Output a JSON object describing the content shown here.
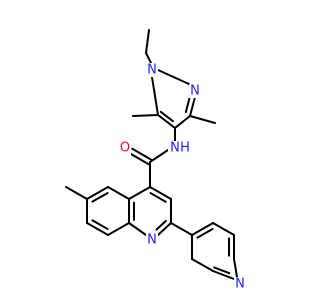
{
  "colors": {
    "bond": "#000000",
    "nitrogen": "#2020ff",
    "oxygen": "#ff0d0d",
    "background": "#ffffff"
  },
  "atoms": {
    "n_pyrazole_1": "N",
    "n_pyrazole_2": "N",
    "n_amide": "N",
    "h_amide": "H",
    "o_carbonyl": "O",
    "n_quinoline": "N",
    "n_pyridine": "N"
  }
}
